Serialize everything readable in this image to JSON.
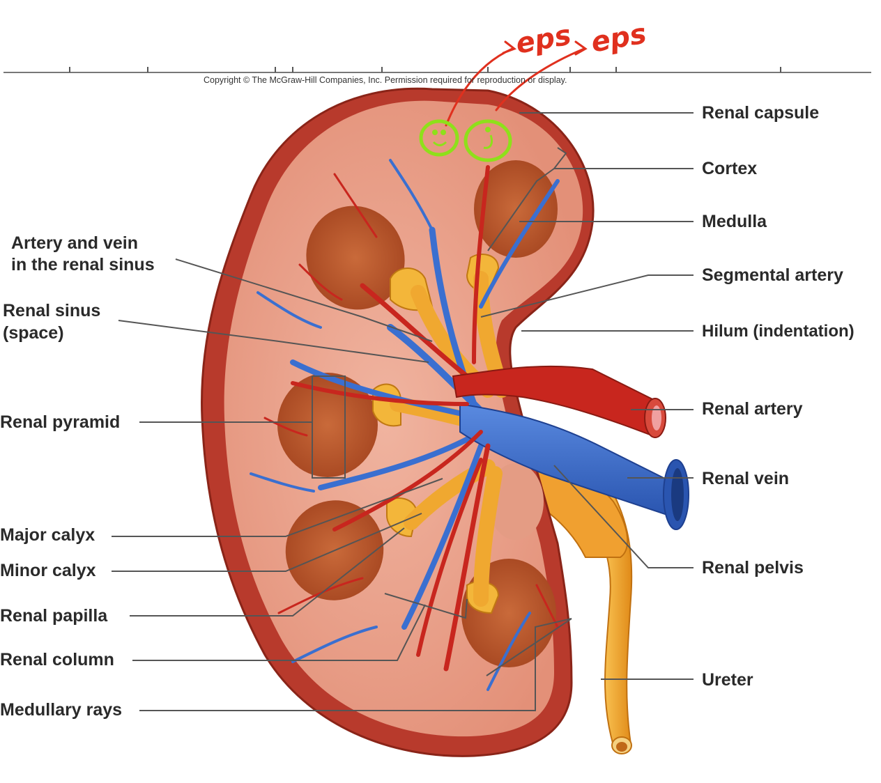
{
  "copyright": "Copyright © The McGraw-Hill Companies, Inc. Permission required for reproduction or display.",
  "annotations": [
    "eps",
    "eps"
  ],
  "labels_right": [
    {
      "id": "renal-capsule",
      "text": "Renal capsule"
    },
    {
      "id": "cortex",
      "text": "Cortex"
    },
    {
      "id": "medulla",
      "text": "Medulla"
    },
    {
      "id": "segmental-artery",
      "text": "Segmental artery"
    },
    {
      "id": "hilum",
      "text": "Hilum (indentation)"
    },
    {
      "id": "renal-artery",
      "text": "Renal artery"
    },
    {
      "id": "renal-vein",
      "text": "Renal vein"
    },
    {
      "id": "renal-pelvis",
      "text": "Renal pelvis"
    },
    {
      "id": "ureter",
      "text": "Ureter"
    }
  ],
  "labels_left": [
    {
      "id": "artery-and-vein",
      "line1": "Artery and vein",
      "line2": "in the renal sinus"
    },
    {
      "id": "renal-sinus",
      "line1": "Renal sinus",
      "line2": "(space)"
    },
    {
      "id": "renal-pyramid",
      "text": "Renal pyramid"
    },
    {
      "id": "major-calyx",
      "text": "Major calyx"
    },
    {
      "id": "minor-calyx",
      "text": "Minor calyx"
    },
    {
      "id": "renal-papilla",
      "text": "Renal papilla"
    },
    {
      "id": "renal-column",
      "text": "Renal column"
    },
    {
      "id": "medullary-rays",
      "text": "Medullary rays"
    }
  ],
  "colors": {
    "capsule": "#b83a2c",
    "cortex": "#e8a08a",
    "pyramid": "#b8552e",
    "artery": "#c8261e",
    "vein": "#3a6fd0",
    "calyx": "#f0b030",
    "annotation_red": "#e0301e",
    "annotation_green": "#8ee01a"
  }
}
